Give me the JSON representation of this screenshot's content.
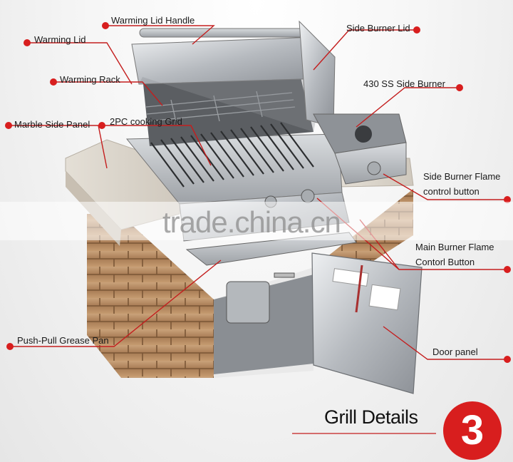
{
  "labels": {
    "warming_lid_handle": "Warming Lid Handle",
    "warming_lid": "Warming Lid",
    "warming_rack": "Warming Rack",
    "marble_side_panel": "Marble Side Panel",
    "cooking_grid": "2PC cooking Grid",
    "side_burner_lid": "Side Burner Lid",
    "side_burner": "430 SS Side Burner",
    "side_burner_flame_line1": "Side Burner Flame",
    "side_burner_flame_line2": "control button",
    "main_burner_flame_line1": "Main Burner Flame",
    "main_burner_flame_line2": "Contorl Button",
    "grease_pan": "Push-Pull Grease Pan",
    "door_panel": "Door panel"
  },
  "title": "Grill Details",
  "badge": "3",
  "watermark": "trade.china.cn",
  "colors": {
    "accent": "#d81e1e",
    "steel": "#b9bcc0",
    "stone": "#b98d63"
  }
}
